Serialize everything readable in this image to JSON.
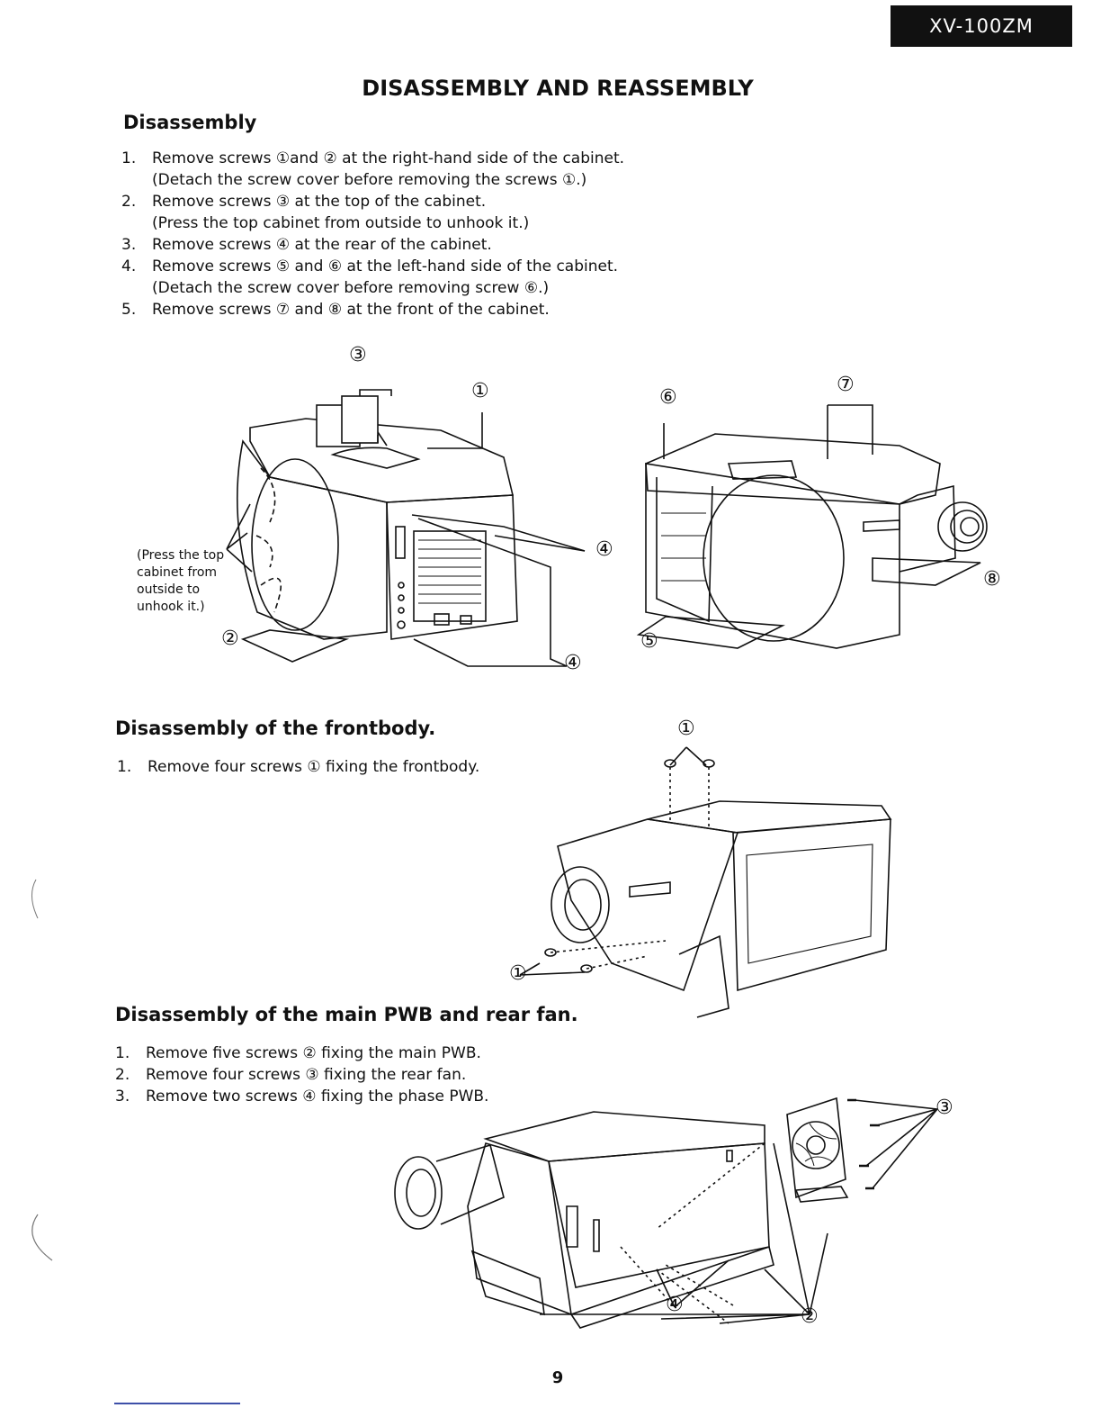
{
  "header": {
    "model": "XV-100ZM",
    "title": "DISASSEMBLY AND REASSEMBLY"
  },
  "disassembly": {
    "heading": "Disassembly",
    "steps": [
      {
        "num": "1.",
        "text": "Remove screws ①and ② at the right-hand side of the cabinet.",
        "note": "(Detach the screw cover before removing the screws ①.)"
      },
      {
        "num": "2.",
        "text": "Remove screws ③ at the top of the cabinet.",
        "note": "(Press the top cabinet from outside to unhook it.)"
      },
      {
        "num": "3.",
        "text": "Remove screws ④ at the rear of the cabinet.",
        "note": ""
      },
      {
        "num": "4.",
        "text": "Remove screws ⑤ and ⑥ at the left-hand side of the cabinet.",
        "note": "(Detach the screw cover before removing screw ⑥.)"
      },
      {
        "num": "5.",
        "text": "Remove screws ⑦ and ⑧ at the front of the cabinet.",
        "note": ""
      }
    ]
  },
  "figure1": {
    "press_note": [
      "(Press the top",
      "cabinet from",
      "outside to",
      "unhook it.)"
    ],
    "labels": {
      "c1": "①",
      "c2": "②",
      "c3": "③",
      "c4a": "④",
      "c4b": "④"
    }
  },
  "figure2": {
    "labels": {
      "c5": "⑤",
      "c6": "⑥",
      "c7": "⑦",
      "c8": "⑧"
    }
  },
  "frontbody": {
    "heading": "Disassembly of the frontbody.",
    "steps": [
      {
        "num": "1.",
        "text": "Remove four screws ① fixing the frontbody."
      }
    ],
    "labels": {
      "top": "①",
      "side": "①"
    }
  },
  "mainpwb": {
    "heading": "Disassembly of the main PWB and rear fan.",
    "steps": [
      {
        "num": "1.",
        "text": "Remove five screws ② fixing the main PWB."
      },
      {
        "num": "2.",
        "text": "Remove four screws ③ fixing the rear fan."
      },
      {
        "num": "3.",
        "text": "Remove two screws ④ fixing the phase PWB."
      }
    ],
    "labels": {
      "c2": "②",
      "c3": "③",
      "c4": "④"
    }
  },
  "footer": {
    "page_number": "9"
  }
}
